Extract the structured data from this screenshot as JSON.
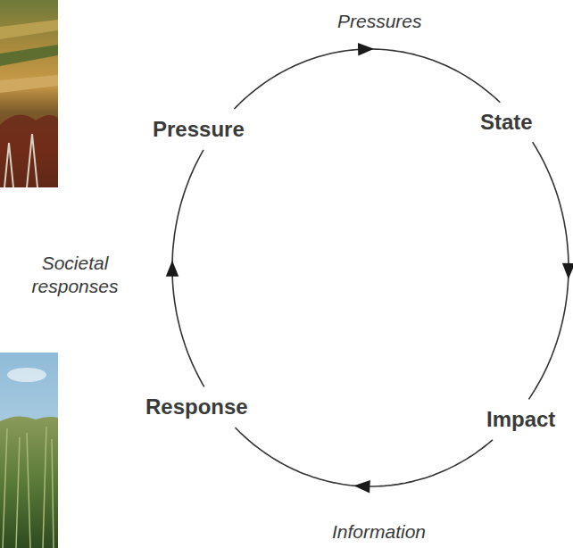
{
  "diagram": {
    "nodes": [
      {
        "text": [
          "Pressure"
        ]
      },
      {
        "text": [
          "State"
        ]
      },
      {
        "text": [
          "Impact"
        ]
      },
      {
        "text": [
          "Response"
        ]
      }
    ],
    "edges": [
      {
        "from": 0,
        "to": 1,
        "arrow": "to",
        "label": "Pressures"
      },
      {
        "from": 1,
        "to": 2,
        "arrow": "to"
      },
      {
        "from": 2,
        "to": 3,
        "arrow": "to",
        "label": "Information"
      },
      {
        "from": 3,
        "to": 0,
        "arrow": "to",
        "label": "Societal responses"
      }
    ]
  }
}
